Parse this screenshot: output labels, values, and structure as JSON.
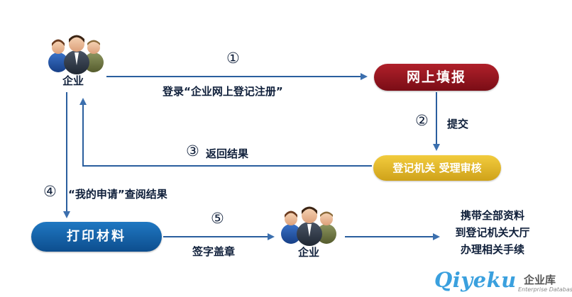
{
  "nodes": {
    "enterprise_top": "企业",
    "online_fill": "网上填报",
    "registry_review": "登记机关 受理审核",
    "print_materials": "打印材料",
    "enterprise_bottom": "企业",
    "final_step": [
      "携带全部资料",
      "到登记机关大厅",
      "办理相关手续"
    ]
  },
  "edges": {
    "step1": {
      "num": "①",
      "label": "登录“企业网上登记注册”"
    },
    "step2": {
      "num": "②",
      "label": "提交"
    },
    "step3": {
      "num": "③",
      "label": "返回结果"
    },
    "step4": {
      "num": "④",
      "label": "“我的申请”查阅结果"
    },
    "step5": {
      "num": "⑤",
      "label": "签字盖章"
    }
  },
  "watermark": {
    "brand": "Qiyeku",
    "cn": "企业库",
    "en": "Enterprise Database"
  },
  "colors": {
    "arrow": "#2a5e9e",
    "online_fill": "#8e1520",
    "review": "#dfb62a",
    "print": "#135fa8",
    "text": "#0f1f3a"
  }
}
